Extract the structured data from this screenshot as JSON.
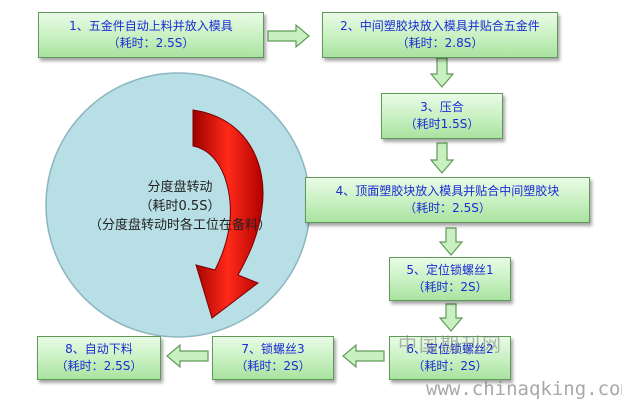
{
  "steps": [
    {
      "line1": "1、五金件自动上料并放入模具",
      "line2": "（耗时：2.5S）"
    },
    {
      "line1": "2、中间塑胶块放入模具并贴合五金件",
      "line2": "（耗时：2.8S）"
    },
    {
      "line1": "3、压合",
      "line2": "（耗时1.5S）"
    },
    {
      "line1": "4、顶面塑胶块放入模具并贴合中间塑胶块",
      "line2": "（耗时：2.5S）"
    },
    {
      "line1": "5、定位锁螺丝1",
      "line2": "（耗时：2S）"
    },
    {
      "line1": "6、定位锁螺丝2",
      "line2": "（耗时：2S）"
    },
    {
      "line1": "7、锁螺丝3",
      "line2": "（耗时：2S）"
    },
    {
      "line1": "8、自动下料",
      "line2": "（耗时：2.5S）"
    }
  ],
  "rotary": {
    "line1": "分度盘转动",
    "line2": "（耗时0.5S）",
    "line3": "（分度盘转动时各工位在备料）"
  },
  "watermark": {
    "cn": "中国期刊网",
    "url": "www.chinaqking.com"
  },
  "colors": {
    "box_border": "#5f9a58",
    "box_text": "#1b2bd6",
    "circle_fill": "#b9dfe6",
    "rotation_arrow": "#e01010",
    "flow_arrow": "#c9f0c0"
  }
}
